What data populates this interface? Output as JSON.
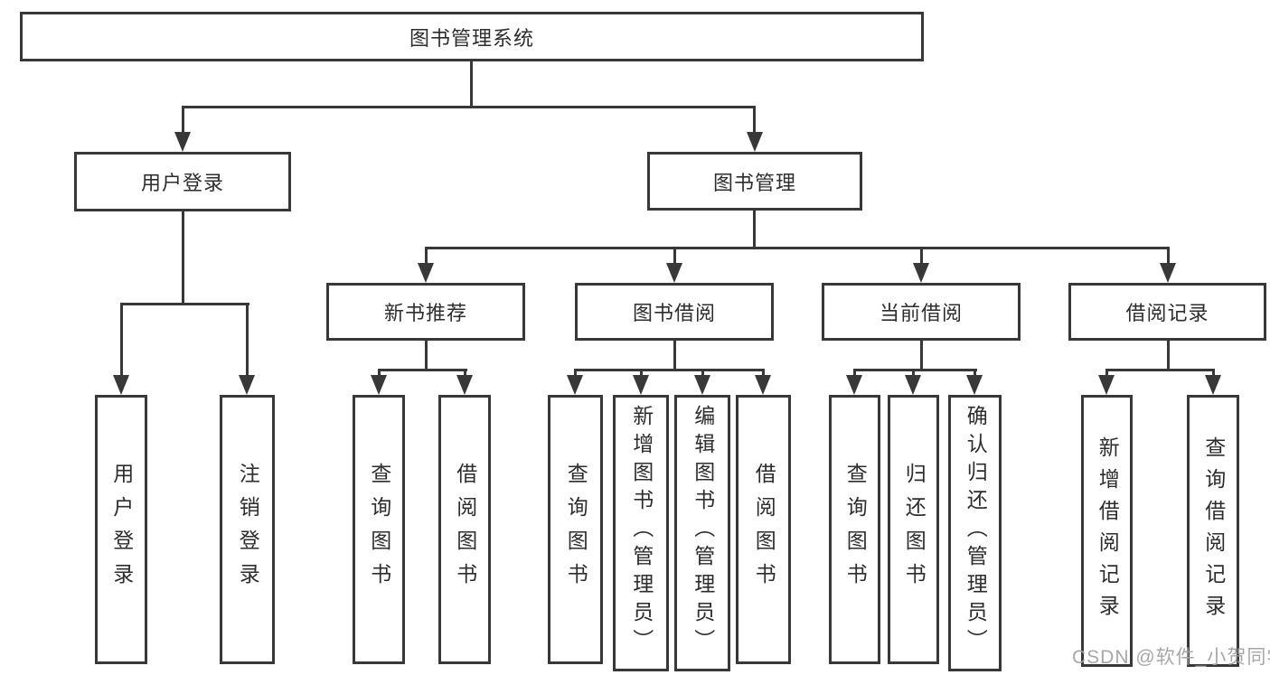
{
  "watermark": "CSDN @软件_小贺同学",
  "colors": {
    "line": "#383838",
    "box_border": "#383838",
    "box_fill": "#ffffff",
    "text": "#2d2d2d",
    "watermark": "#a3a3a3",
    "background": "#ffffff"
  },
  "nodes": {
    "root": "图书管理系统",
    "login": "用户登录",
    "mgmt": "图书管理",
    "newbook": "新书推荐",
    "borrow": "图书借阅",
    "current": "当前借阅",
    "records": "借阅记录",
    "login_user": "用户登录",
    "login_logout": "注销登录",
    "new_query": "查询图书",
    "new_borrow": "借阅图书",
    "borrow_query": "查询图书",
    "borrow_add": "新增图书（管理员）",
    "borrow_edit": "编辑图书（管理员）",
    "borrow_lend": "借阅图书",
    "cur_query": "查询图书",
    "cur_return": "归还图书",
    "cur_confirm": "确认归还（管理员）",
    "rec_add": "新增借阅记录",
    "rec_query": "查询借阅记录"
  },
  "hierarchy": {
    "图书管理系统": {
      "用户登录": [
        "用户登录",
        "注销登录"
      ],
      "图书管理": {
        "新书推荐": [
          "查询图书",
          "借阅图书"
        ],
        "图书借阅": [
          "查询图书",
          "新增图书（管理员）",
          "编辑图书（管理员）",
          "借阅图书"
        ],
        "当前借阅": [
          "查询图书",
          "归还图书",
          "确认归还（管理员）"
        ],
        "借阅记录": [
          "新增借阅记录",
          "查询借阅记录"
        ]
      }
    }
  }
}
